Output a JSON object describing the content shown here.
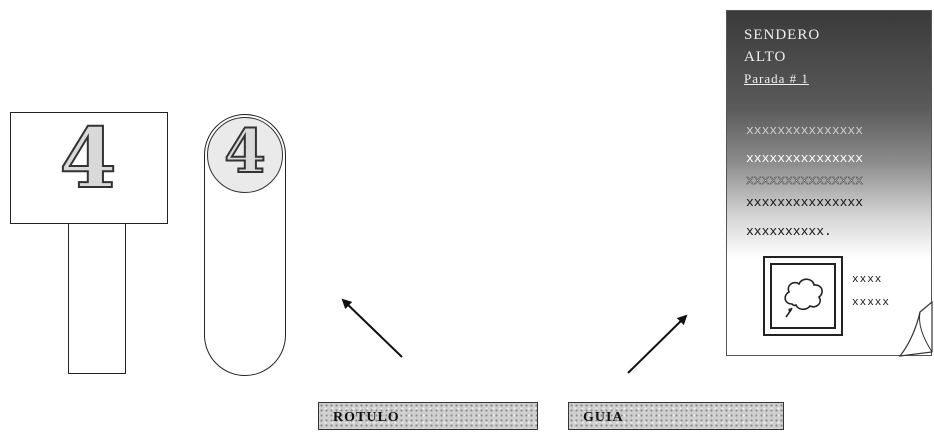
{
  "sign": {
    "number": "4"
  },
  "bollard": {
    "number": "4"
  },
  "labels": {
    "rotulo": "ROTULO",
    "guia": "GUIA"
  },
  "guide": {
    "title_line1": "SENDERO",
    "title_line2": "ALTO",
    "title_line3": "Parada # 1",
    "text_lines": [
      "xxxxxxxxxxxxxxx",
      "xxxxxxxxxxxxxxx",
      "xxxxxxxxxxxxxxx",
      "xxxxxxxxxxxxxxx",
      "xxxxxxxxxx."
    ],
    "side_line1": "xxxx",
    "side_line2": "xxxxx"
  }
}
